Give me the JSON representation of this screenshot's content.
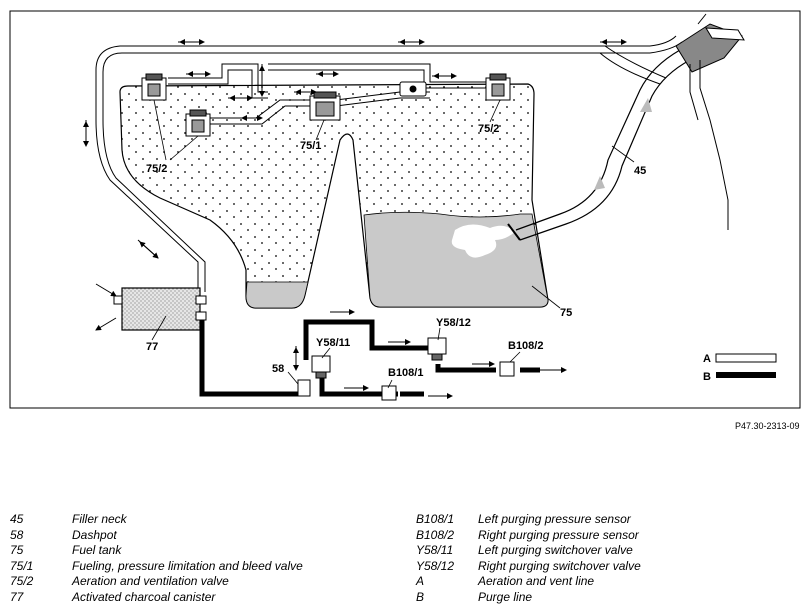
{
  "diagram": {
    "labels": {
      "l45": "45",
      "l58": "58",
      "l75": "75",
      "l75_1": "75/1",
      "l75_2a": "75/2",
      "l75_2b": "75/2",
      "l77": "77",
      "lY58_11": "Y58/11",
      "lY58_12": "Y58/12",
      "lB108_1": "B108/1",
      "lB108_2": "B108/2",
      "lA": "A",
      "lB": "B"
    },
    "reference_code": "P47.30-2313-09",
    "colors": {
      "line": "#000000",
      "fuel": "#c8c8c8",
      "tank_fill": "#f7f7f7",
      "canister": "#e2e2e2"
    }
  },
  "legend": {
    "left": [
      {
        "key": "45",
        "text": "Filler neck"
      },
      {
        "key": "58",
        "text": "Dashpot"
      },
      {
        "key": "75",
        "text": "Fuel tank"
      },
      {
        "key": "75/1",
        "text": "Fueling, pressure limitation and bleed valve"
      },
      {
        "key": "75/2",
        "text": "Aeration and ventilation valve"
      },
      {
        "key": "77",
        "text": "Activated charcoal canister"
      }
    ],
    "right": [
      {
        "key": "B108/1",
        "text": "Left purging pressure sensor"
      },
      {
        "key": "B108/2",
        "text": "Right purging pressure sensor"
      },
      {
        "key": "Y58/11",
        "text": "Left purging switchover valve"
      },
      {
        "key": "Y58/12",
        "text": "Right purging switchover valve"
      },
      {
        "key": "A",
        "text": "Aeration and vent line"
      },
      {
        "key": "B",
        "text": "Purge line"
      }
    ]
  }
}
